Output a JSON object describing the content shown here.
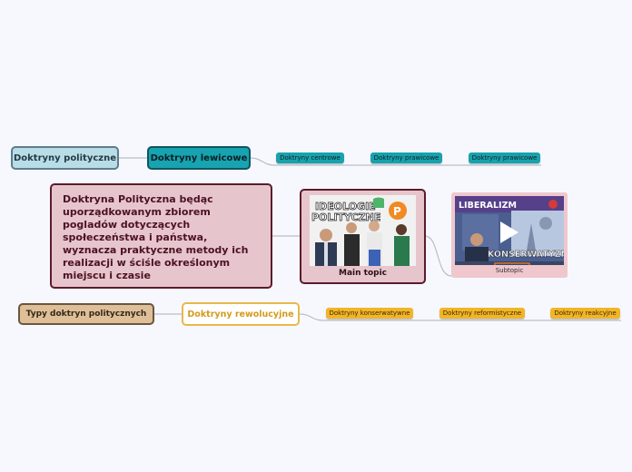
{
  "nodes": {
    "doktryny_polityczne": "Doktryny polityczne",
    "doktryny_lewicowe": "Doktryny lewicowe",
    "lewicowe_children": [
      "Doktryny centrowe",
      "Doktryny prawicowe",
      "Doktryny prawicowe"
    ],
    "definition": "Doktryna Polityczna będąc uporządkowanym zbiorem pogladów dotyczących społeczeństwa i państwa, wyznacza praktyczne metody ich realizacji w ściśle określonym miejscu i czasie",
    "main_topic": "Main topic",
    "main_topic_image_text": [
      "IDEOLOGIE",
      "POLITYCZNE"
    ],
    "subtopic": "Subtopic",
    "subtopic_image_text": [
      "LIBERALIZM",
      "KONSERWATYZM"
    ],
    "typy_doktryn": "Typy doktryn politycznych",
    "doktryny_rewolucyjne": "Doktryny rewolucyjne",
    "rewolucyjne_children": [
      "Doktryny konserwatywne",
      "Doktryny reformistyczne",
      "Doktryny reakcyjne"
    ]
  },
  "colors": {
    "blue_node": "#b8dde6",
    "teal_node": "#17a3b0",
    "rose_node": "#e6c6cc",
    "tan_node": "#dfbf98",
    "orange_leaf": "#f2b528"
  }
}
